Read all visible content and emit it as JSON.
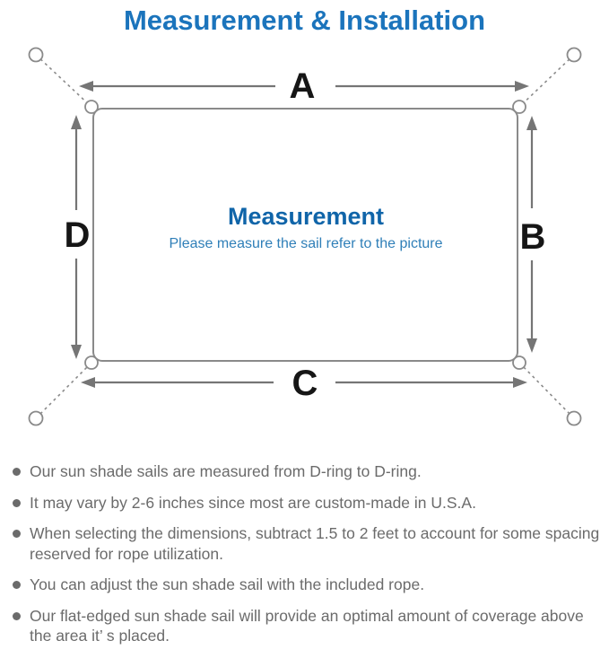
{
  "title": "Measurement & Installation",
  "diagram": {
    "labels": {
      "top": "A",
      "right": "B",
      "bottom": "C",
      "left": "D"
    },
    "center_heading": "Measurement",
    "center_subtitle": "Please measure the sail refer to the picture"
  },
  "notes": [
    {
      "text": "Our sun shade sails are measured from D-ring to D-ring."
    },
    {
      "text": "It may vary by 2-6 inches since most are custom-made in U.S.A."
    },
    {
      "text": "When selecting the dimensions, subtract 1.5 to 2 feet to account for some spacing\nreserved for rope utilization."
    },
    {
      "text": "You can adjust the sun shade sail with the included rope."
    },
    {
      "text": "Our flat-edged sun shade sail will provide an optimal amount of coverage above\nthe area it’ s placed."
    }
  ],
  "colors": {
    "title_blue": "#1b74bc",
    "heading_blue": "#1065a9",
    "subtitle_blue": "#2f7fb8",
    "line_gray": "#8a8a8a",
    "arrow_gray": "#757575",
    "text_gray": "#6b6b6b",
    "label_black": "#161616"
  }
}
